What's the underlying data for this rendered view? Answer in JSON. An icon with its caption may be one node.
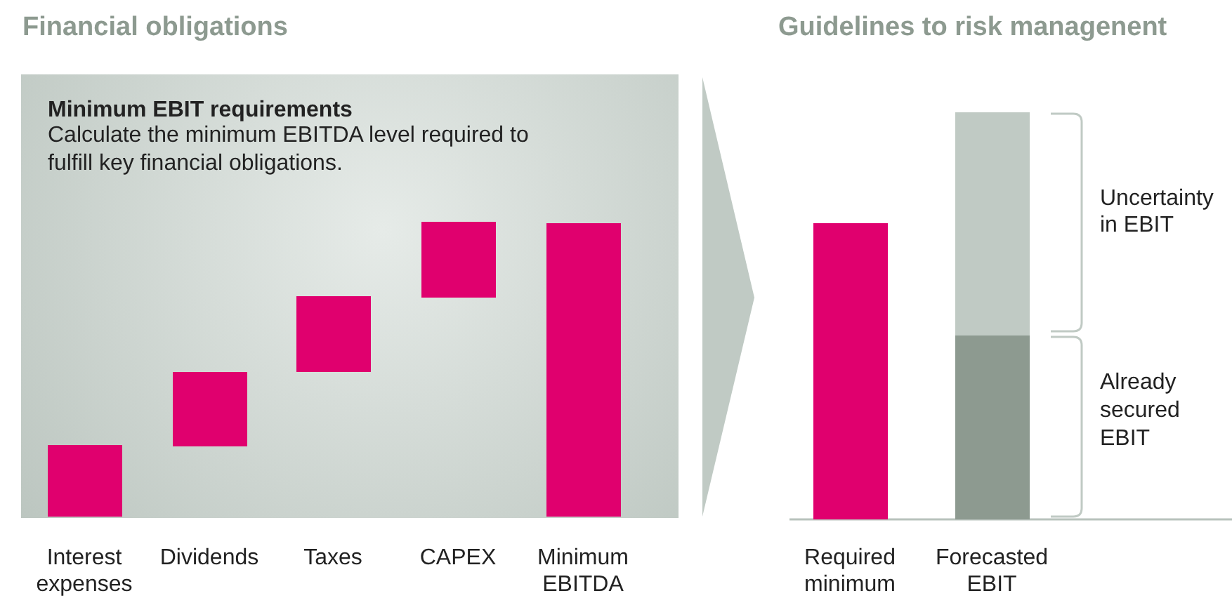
{
  "diagram": {
    "nodes": [
      {
        "text": [
          "Minimum EBIT requirements",
          "Calculate the minimum EBITDA level required to fulfill key financial obligations."
        ]
      },
      {
        "text": [],
        "shape": "chevron"
      }
    ],
    "edges": [],
    "labels": [
      "Financial obligations",
      "Guidelines to risk managenent",
      "Interest expenses",
      "Dividends",
      "Taxes",
      "CAPEX",
      "Minimum EBITDA",
      "Required minimum",
      "Forecasted EBIT",
      "Uncertainty in EBIT",
      "Already secured EBIT"
    ]
  }
}
